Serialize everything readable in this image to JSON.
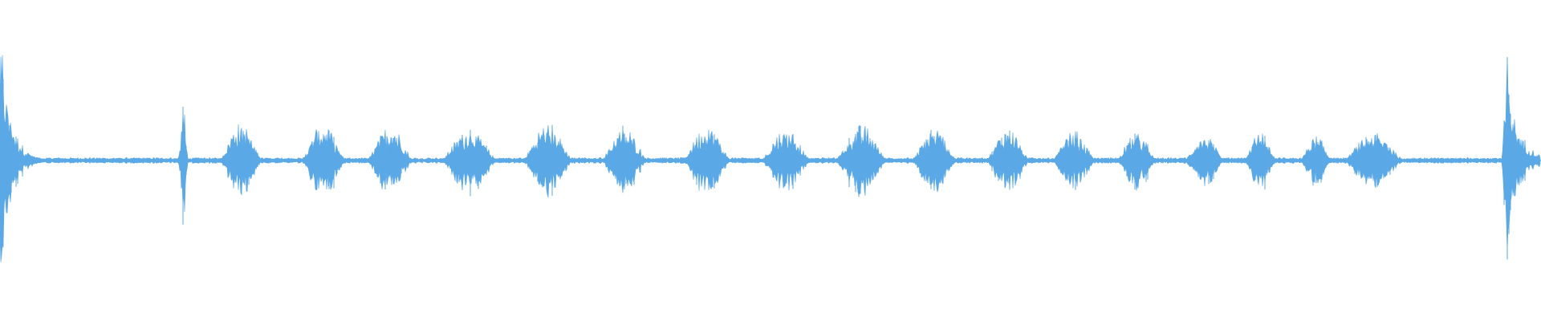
{
  "waveform": {
    "color": "#5aa9e6",
    "background": "#ffffff",
    "segments": [
      {
        "name": "onset-burst",
        "start": 0.0,
        "end": 0.03,
        "peak": 0.65,
        "shape": "decay"
      },
      {
        "name": "transient-1",
        "start": 0.114,
        "end": 0.124,
        "peak": 0.3,
        "shape": "spike"
      },
      {
        "name": "burst-1",
        "start": 0.142,
        "end": 0.172,
        "peak": 0.18,
        "shape": "swell"
      },
      {
        "name": "burst-2",
        "start": 0.195,
        "end": 0.226,
        "peak": 0.18,
        "shape": "swell"
      },
      {
        "name": "burst-3",
        "start": 0.238,
        "end": 0.27,
        "peak": 0.17,
        "shape": "swell"
      },
      {
        "name": "burst-4",
        "start": 0.286,
        "end": 0.325,
        "peak": 0.16,
        "shape": "swell"
      },
      {
        "name": "burst-5",
        "start": 0.339,
        "end": 0.374,
        "peak": 0.18,
        "shape": "swell"
      },
      {
        "name": "burst-6",
        "start": 0.39,
        "end": 0.422,
        "peak": 0.16,
        "shape": "swell"
      },
      {
        "name": "burst-7",
        "start": 0.443,
        "end": 0.476,
        "peak": 0.18,
        "shape": "swell"
      },
      {
        "name": "burst-8",
        "start": 0.494,
        "end": 0.528,
        "peak": 0.16,
        "shape": "swell"
      },
      {
        "name": "burst-9",
        "start": 0.542,
        "end": 0.578,
        "peak": 0.17,
        "shape": "swell"
      },
      {
        "name": "burst-10",
        "start": 0.592,
        "end": 0.623,
        "peak": 0.16,
        "shape": "swell"
      },
      {
        "name": "burst-11",
        "start": 0.64,
        "end": 0.67,
        "peak": 0.16,
        "shape": "swell"
      },
      {
        "name": "burst-12",
        "start": 0.683,
        "end": 0.713,
        "peak": 0.14,
        "shape": "swell"
      },
      {
        "name": "burst-13",
        "start": 0.725,
        "end": 0.752,
        "peak": 0.14,
        "shape": "swell"
      },
      {
        "name": "burst-14",
        "start": 0.769,
        "end": 0.796,
        "peak": 0.13,
        "shape": "swell"
      },
      {
        "name": "burst-15",
        "start": 0.807,
        "end": 0.83,
        "peak": 0.14,
        "shape": "swell"
      },
      {
        "name": "burst-16",
        "start": 0.844,
        "end": 0.866,
        "peak": 0.12,
        "shape": "swell"
      },
      {
        "name": "burst-17",
        "start": 0.872,
        "end": 0.914,
        "peak": 0.14,
        "shape": "swell"
      },
      {
        "name": "end-burst",
        "start": 0.975,
        "end": 1.0,
        "peak": 0.6,
        "shape": "spike-decay"
      }
    ],
    "noise_floor": 0.012
  }
}
